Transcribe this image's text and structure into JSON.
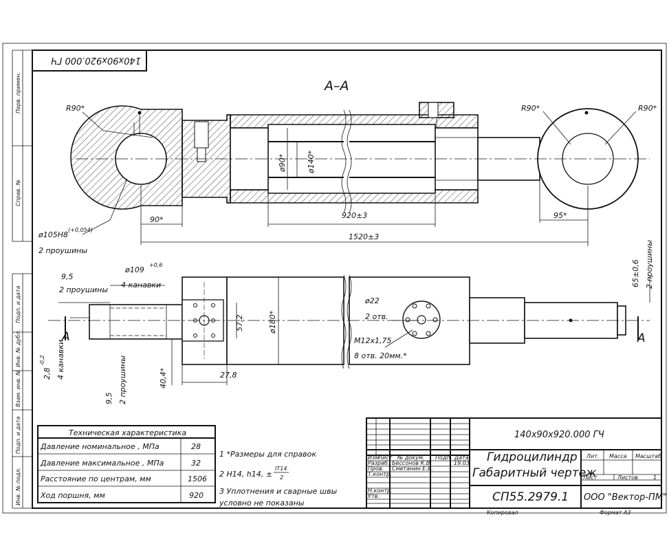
{
  "view_label": "А–А",
  "rotated_code": "140х90х920.000 ГЧ",
  "margin_fields": [
    "Перв. примен.",
    "Справ. №",
    "Подп. и дата",
    "Инв. № дубл.",
    "Взам. инв. №",
    "Подп. и дата",
    "Инв. № подл."
  ],
  "section_dims": {
    "r_left": "R90*",
    "r_right_a": "R90*",
    "r_right_b": "R90*",
    "bore": "ø105H8",
    "bore_tol": "(+0,054)",
    "bore_note": "2 проушины",
    "d90": "ø90*",
    "d140": "ø140*",
    "len_90": "90*",
    "len_920": "920±3",
    "len_95": "95*",
    "len_1520": "1520±3"
  },
  "front_dims": {
    "d9_5": "9,5",
    "lugs": "2 проушины",
    "groove": "ø109",
    "groove_tol": "+0,6",
    "groove_note": "4 канавки",
    "d57": "57,2",
    "d180": "ø180*",
    "d22": "ø22",
    "holes2": "2 отв.",
    "m12": "М12х1,75",
    "holes8": "8 отв. 20мм.*",
    "h65": "65±0,6",
    "lugs_right": "2 проушины",
    "d2_8": "2,8",
    "d2_8_tol": "-0,2",
    "grooves_v": "4 канавки",
    "d9_5b": "9,5",
    "lugs_v": "2 проушины",
    "d40": "40,4*",
    "d27": "27,8",
    "cut_left": "А",
    "cut_right": "А"
  },
  "spec_table": {
    "title": "Техническая характеристика",
    "rows": [
      {
        "label": "Давление номинальное , МПа",
        "value": "28"
      },
      {
        "label": "Давление максимальное , МПа",
        "value": "32"
      },
      {
        "label": "Расстояние по центрам, мм",
        "value": "1506"
      },
      {
        "label": "Ход поршня, мм",
        "value": "920"
      }
    ]
  },
  "notes": {
    "n1": "1 *Размеры для справок",
    "n2a": "2 Н14, h14, ±",
    "n2b": "IT14",
    "n2c": "2",
    "n3a": "3 Уплотнения   и   сварные   швы",
    "n3b": "условно не показаны"
  },
  "title_block": {
    "code_top": "140х90х920.000 ГЧ",
    "name1": "Гидроцилиндр",
    "name2": "Габаритный чертеж",
    "doc_code": "СП55.2979.1",
    "company": "ООО \"Вектор-ПМ\"",
    "hdr_izm": "Изм",
    "hdr_list": "Лист",
    "hdr_docum": "№ докум.",
    "hdr_podp": "Подп.",
    "hdr_data": "Дата",
    "razrab": "Разраб.",
    "razrab_name": "Бессонов К.В.",
    "prov": "Пров.",
    "prov_name": "Сметанин Е.В.",
    "tkontr": "Т.контр.",
    "nkontr": "Н.контр.",
    "utv": "Утв.",
    "date": "19.03",
    "lit": "Лит.",
    "massa": "Масса",
    "masshtab": "Масштаб",
    "list": "Лист",
    "listov": "Листов",
    "listov_val": "1",
    "kopiroval": "Копировал",
    "format": "Формат    А3"
  }
}
